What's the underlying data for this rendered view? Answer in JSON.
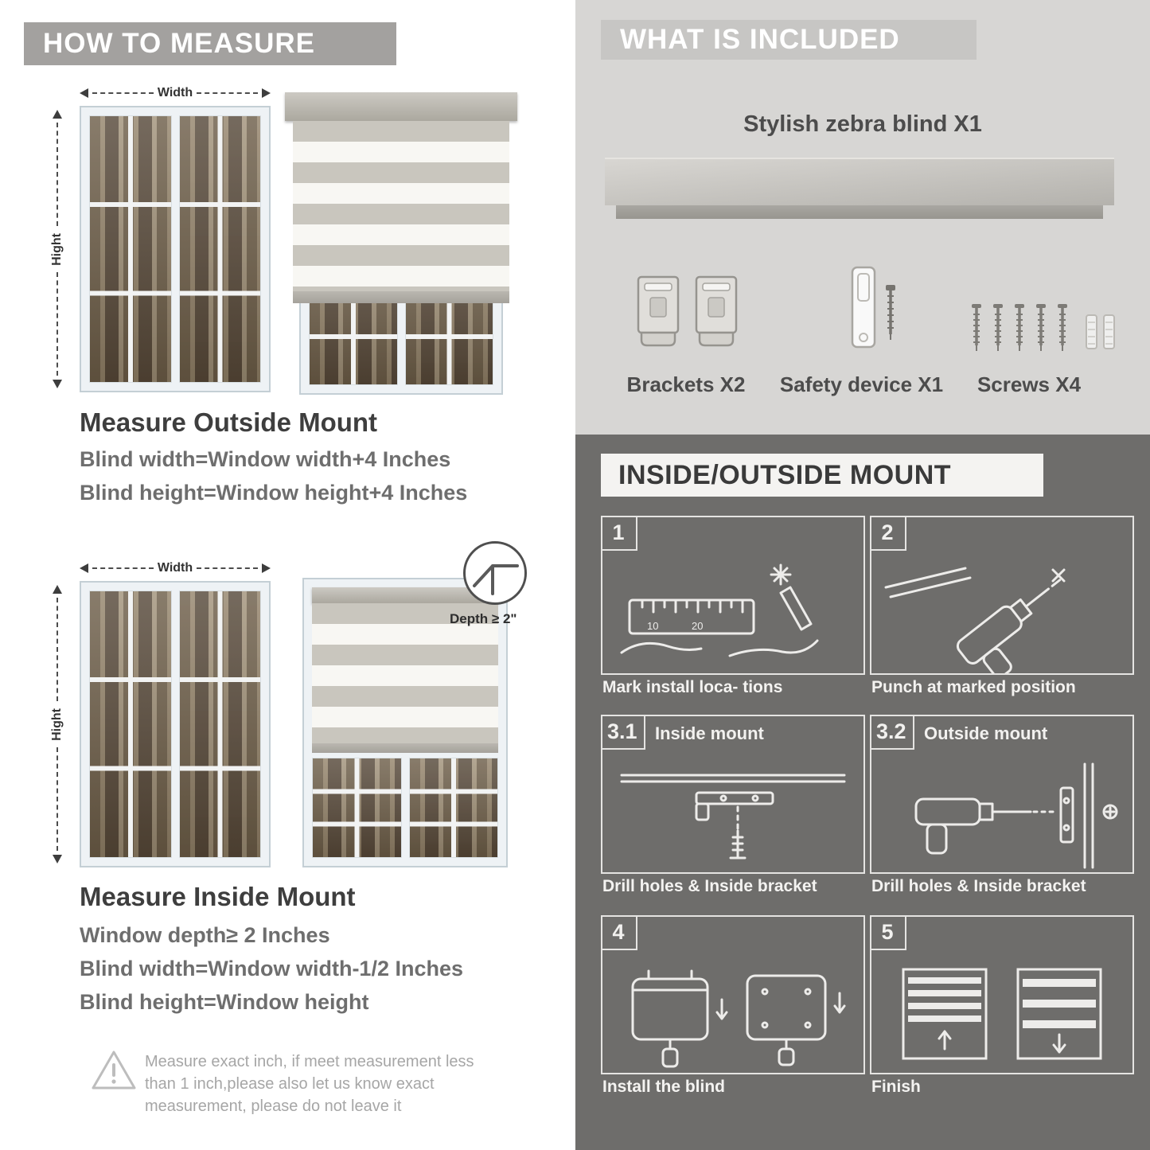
{
  "colors": {
    "banner_gray": "#a3a19f",
    "light_panel": "#d7d6d4",
    "dark_panel": "#6e6d6b",
    "heading_text": "#3e3e3e",
    "sub_text": "#6e6e6e"
  },
  "left": {
    "header": "HOW TO MEASURE",
    "fig_outside": {
      "width_label": "Width",
      "height_label": "Hight"
    },
    "outside_title": "Measure Outside Mount",
    "outside_line1": "Blind width=Window width+4 Inches",
    "outside_line2": "Blind height=Window height+4 Inches",
    "fig_inside": {
      "width_label": "Width",
      "height_label": "Hight",
      "depth_label": "Depth ≥ 2\""
    },
    "inside_title": "Measure Inside Mount",
    "inside_line1": "Window depth≥ 2 Inches",
    "inside_line2": "Blind width=Window width-1/2 Inches",
    "inside_line3": "Blind height=Window height",
    "warning_icon": "exclamation-triangle",
    "note": "Measure exact inch, if meet measurement less than 1 inch,please also let us know exact measurement, please do not leave it"
  },
  "included": {
    "header": "WHAT IS INCLUDED",
    "product_label": "Stylish zebra blind X1",
    "items": [
      {
        "icon": "bracket-icon",
        "label": "Brackets X2"
      },
      {
        "icon": "safety-device-icon",
        "label": "Safety device X1"
      },
      {
        "icon": "screws-icon",
        "label": "Screws X4"
      }
    ]
  },
  "mount": {
    "header": "INSIDE/OUTSIDE MOUNT",
    "steps": [
      {
        "num": "1",
        "caption": "Mark install loca- tions",
        "icon": "measure-mark",
        "ruler": [
          "10",
          "20"
        ]
      },
      {
        "num": "2",
        "caption": "Punch at  marked position",
        "icon": "drill"
      },
      {
        "num": "3.1",
        "label": "Inside mount",
        "caption": "Drill holes &  Inside bracket",
        "icon": "inside-bracket"
      },
      {
        "num": "3.2",
        "label": "Outside mount",
        "caption": "Drill holes &  Inside bracket",
        "icon": "outside-bracket"
      },
      {
        "num": "4",
        "caption": "Install the blind",
        "icon": "install-blind"
      },
      {
        "num": "5",
        "caption": "Finish",
        "icon": "finish-blinds"
      }
    ]
  }
}
